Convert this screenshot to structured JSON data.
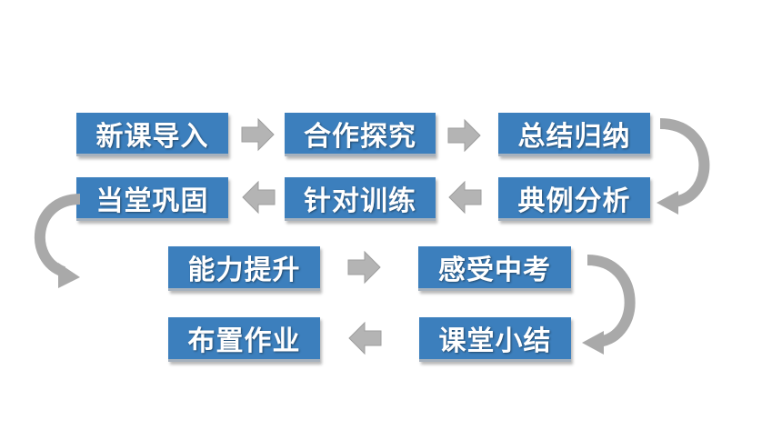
{
  "colors": {
    "box_fill": "#3c7fbd",
    "box_text": "#ffffff",
    "arrow": "#b4b4b4"
  },
  "flow": {
    "row1": [
      "新课导入",
      "合作探究",
      "总结归纳"
    ],
    "row2": [
      "当堂巩固",
      "针对训练",
      "典例分析"
    ],
    "row3": [
      "能力提升",
      "感受中考"
    ],
    "row4": [
      "布置作业",
      "课堂小结"
    ]
  },
  "icons": [
    "arrow-right-icon",
    "arrow-left-icon",
    "curved-arrow-icon"
  ]
}
